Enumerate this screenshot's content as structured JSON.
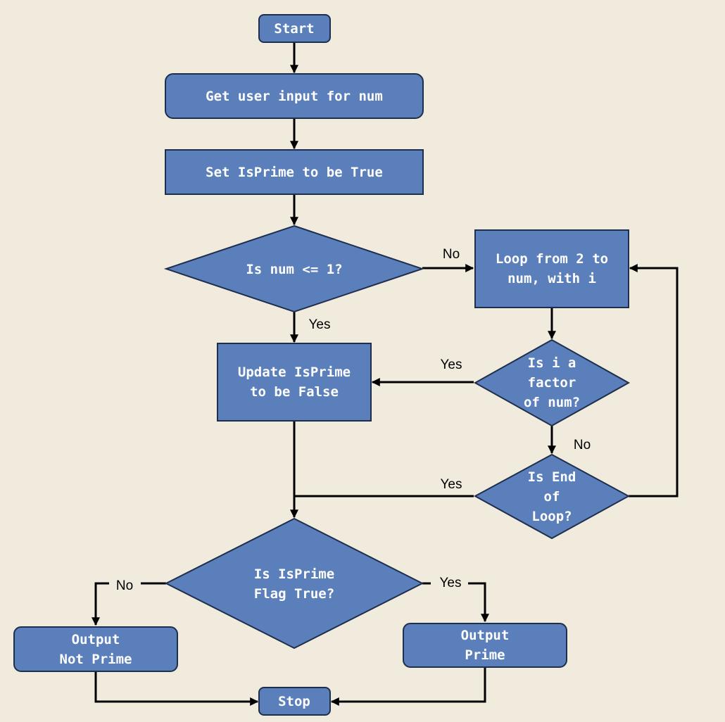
{
  "flowchart": {
    "nodes": {
      "start": {
        "lines": [
          "Start"
        ]
      },
      "input": {
        "lines": [
          "Get user input for num"
        ]
      },
      "set_true": {
        "lines": [
          "Set IsPrime to be True"
        ]
      },
      "check_num": {
        "lines": [
          "Is num <= 1?"
        ]
      },
      "loop": {
        "lines": [
          "Loop from 2 to",
          "num, with i"
        ]
      },
      "update_false": {
        "lines": [
          "Update IsPrime",
          "to be False"
        ]
      },
      "is_factor": {
        "lines": [
          "Is i a",
          "factor",
          "of num?"
        ]
      },
      "end_loop": {
        "lines": [
          "Is End",
          "of",
          "Loop?"
        ]
      },
      "check_flag": {
        "lines": [
          "Is IsPrime",
          "Flag True?"
        ]
      },
      "out_not_prime": {
        "lines": [
          "Output",
          "Not Prime"
        ]
      },
      "out_prime": {
        "lines": [
          "Output",
          "Prime"
        ]
      },
      "stop": {
        "lines": [
          "Stop"
        ]
      }
    },
    "edge_labels": {
      "check_num_no": "No",
      "check_num_yes": "Yes",
      "is_factor_yes": "Yes",
      "is_factor_no": "No",
      "end_loop_yes": "Yes",
      "check_flag_no": "No",
      "check_flag_yes": "Yes"
    }
  },
  "colors": {
    "node_fill": "#5a7fba",
    "node_stroke": "#1e2f4e",
    "background": "#f0ebdc"
  }
}
